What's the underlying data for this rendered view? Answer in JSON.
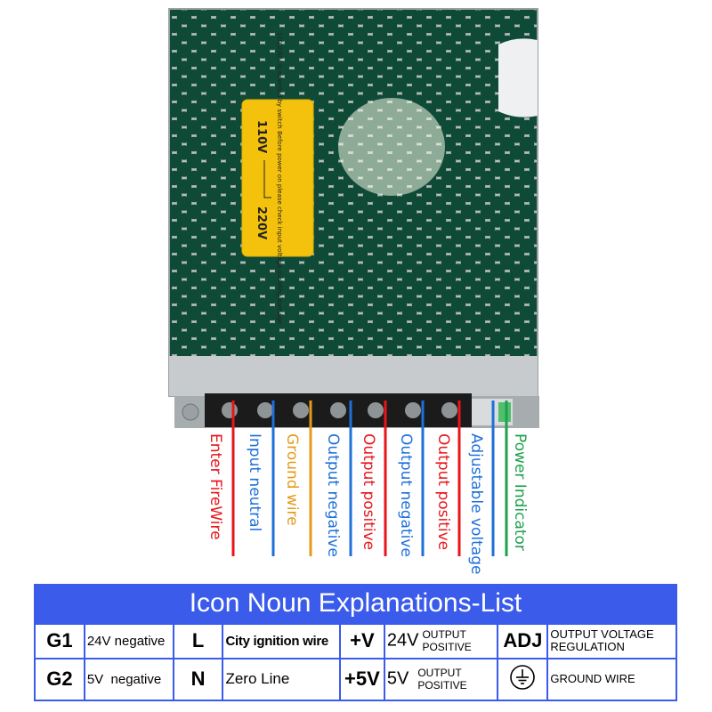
{
  "label_card": {
    "text": "110/220V is selected by switch Before power on please check input voltage avoiding damage",
    "v110": "110V",
    "v220": "220V"
  },
  "wire_labels": [
    {
      "text": "Enter FireWire",
      "color": "#E8151B"
    },
    {
      "text": "Input neutral",
      "color": "#1E6FD9"
    },
    {
      "text": "Ground wire",
      "color": "#E59A1A"
    },
    {
      "text": "Output negative",
      "color": "#1E6FD9"
    },
    {
      "text": "Output positive",
      "color": "#E8151B"
    },
    {
      "text": "Output negative",
      "color": "#1E6FD9"
    },
    {
      "text": "Output positive",
      "color": "#E8151B"
    },
    {
      "text": "Adjustable voltage",
      "color": "#1E6FD9"
    },
    {
      "text": "Power Indicator",
      "color": "#1EA04C"
    }
  ],
  "legend": {
    "title": "Icon Noun Explanations-List",
    "header_color": "#3B5BEB",
    "rows": [
      {
        "c1_code": "G1",
        "c1_desc": "24V negative",
        "c2_code": "L",
        "c2_desc": "City ignition wire",
        "c3_code": "+V",
        "c3_volt": "24V",
        "c3_line1": "OUTPUT",
        "c3_line2": "POSITIVE",
        "c4_code": "ADJ",
        "c4_line1": "OUTPUT VOLTAGE",
        "c4_line2": "REGULATION"
      },
      {
        "c1_code": "G2",
        "c1_desc": "5V  negative",
        "c2_code": "N",
        "c2_desc": "Zero Line",
        "c3_code": "+5V",
        "c3_volt": "5V",
        "c3_line1": "OUTPUT",
        "c3_line2": "POSITIVE",
        "c4_icon": "ground-symbol-icon",
        "c4_desc": "GROUND WIRE"
      }
    ]
  }
}
